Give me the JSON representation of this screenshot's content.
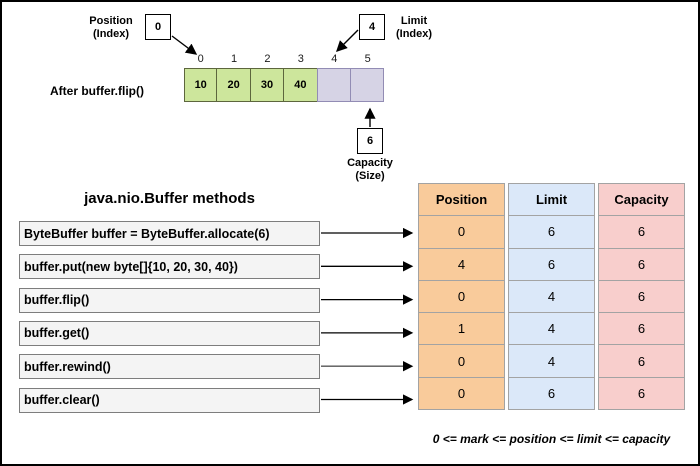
{
  "diagram": {
    "position_label": "Position\n(Index)",
    "position_box": "0",
    "limit_label": "Limit\n(Index)",
    "limit_box": "4",
    "capacity_label": "Capacity\n(Size)",
    "capacity_box": "6",
    "buffer_row_label": "After buffer.flip()",
    "cells": [
      {
        "index": "0",
        "value": "10"
      },
      {
        "index": "1",
        "value": "20"
      },
      {
        "index": "2",
        "value": "30"
      },
      {
        "index": "3",
        "value": "40"
      },
      {
        "index": "4",
        "value": ""
      },
      {
        "index": "5",
        "value": ""
      }
    ]
  },
  "methods_section": {
    "title": "java.nio.Buffer methods",
    "methods": [
      "ByteBuffer buffer = ByteBuffer.allocate(6)",
      "buffer.put(new byte[]{10, 20, 30, 40})",
      "buffer.flip()",
      "buffer.get()",
      "buffer.rewind()",
      "buffer.clear()"
    ]
  },
  "table": {
    "headers": [
      "Position",
      "Limit",
      "Capacity"
    ],
    "rows": [
      [
        "0",
        "6",
        "6"
      ],
      [
        "4",
        "6",
        "6"
      ],
      [
        "0",
        "4",
        "6"
      ],
      [
        "1",
        "4",
        "6"
      ],
      [
        "0",
        "4",
        "6"
      ],
      [
        "0",
        "6",
        "6"
      ]
    ]
  },
  "note": "0 <= mark <= position <= limit <= capacity",
  "colors": {
    "buffer_filled": "#cde69c",
    "buffer_empty": "#d6d3e5",
    "col_position": "#f9cb9b",
    "col_limit": "#dbe8f9",
    "col_capacity": "#f8cecc",
    "method_box": "#f4f4f4"
  }
}
